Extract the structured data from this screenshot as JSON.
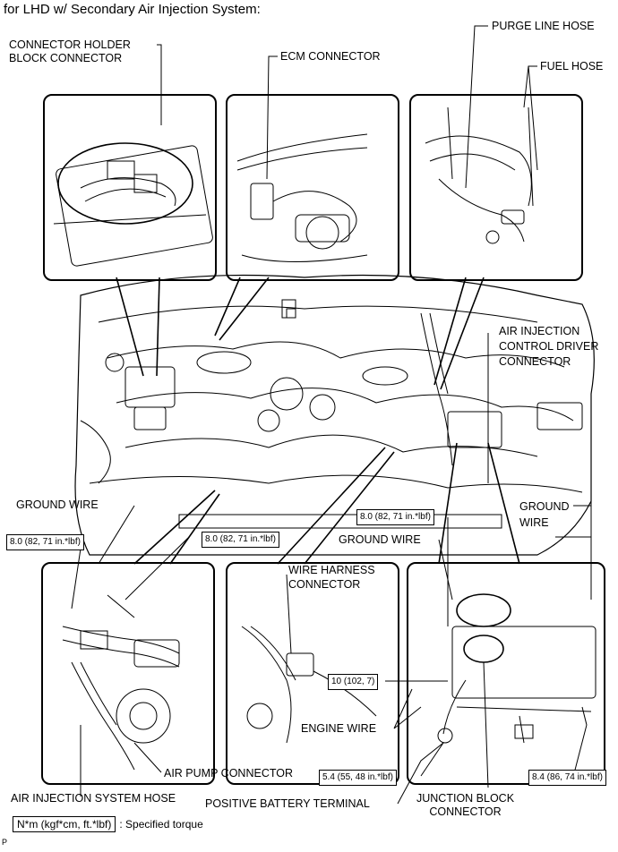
{
  "title": "for LHD w/ Secondary Air Injection System:",
  "labels": {
    "connector_holder": [
      "CONNECTOR HOLDER",
      "BLOCK CONNECTOR"
    ],
    "ecm_connector": "ECM CONNECTOR",
    "purge_line_hose": "PURGE LINE HOSE",
    "fuel_hose": "FUEL HOSE",
    "air_injection_driver": [
      "AIR INJECTION",
      "CONTROL DRIVER",
      "CONNECTOR"
    ],
    "ground_wire_left": "GROUND WIRE",
    "ground_wire_mid": "GROUND WIRE",
    "ground_wire_right": [
      "GROUND",
      "WIRE"
    ],
    "wire_harness": [
      "WIRE HARNESS",
      "CONNECTOR"
    ],
    "engine_wire": "ENGINE WIRE",
    "air_pump_connector": "AIR PUMP CONNECTOR",
    "air_injection_hose": "AIR INJECTION SYSTEM HOSE",
    "positive_battery": "POSITIVE BATTERY TERMINAL",
    "junction_block": [
      "JUNCTION BLOCK",
      "CONNECTOR"
    ]
  },
  "torques": {
    "t1": "8.0 (82, 71 in.*lbf)",
    "t2": "8.0 (82, 71 in.*lbf)",
    "t3": "8.0 (82, 71 in.*lbf)",
    "t4": "10 (102, 7)",
    "t5": "5.4 (55, 48 in.*lbf)",
    "t6": "8.4 (86, 74 in.*lbf)"
  },
  "legend": {
    "unit": "N*m (kgf*cm, ft.*lbf)",
    "text": ": Specified torque"
  },
  "corner_mark": "P"
}
